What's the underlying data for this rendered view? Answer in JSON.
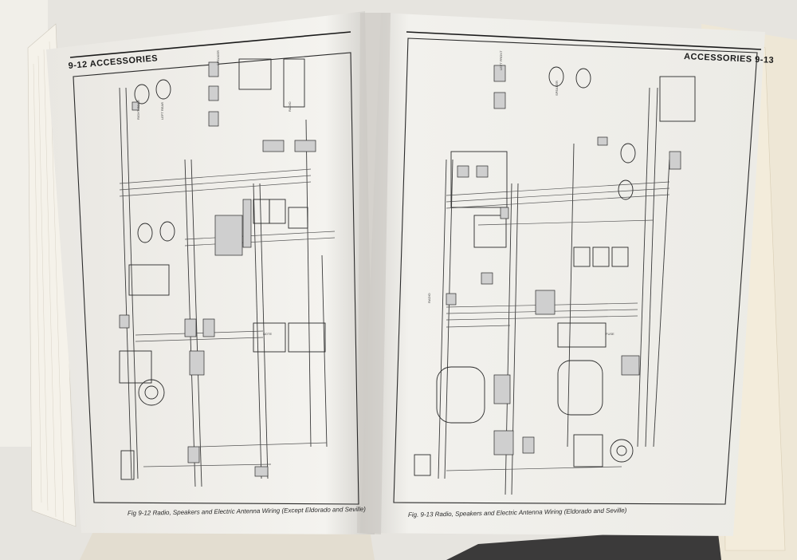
{
  "left_page": {
    "header": "9-12  ACCESSORIES",
    "caption": "Fig 9-12 Radio, Speakers and Electric Antenna Wiring (Except Eldorado and Seville)"
  },
  "right_page": {
    "header": "ACCESSORIES  9-13",
    "caption": "Fig. 9-13 Radio, Speakers and Electric Antenna Wiring (Eldorado and Seville)"
  },
  "colors": {
    "background": "#e8e6e1",
    "paper": "#f3f2ee",
    "ink": "#2a2a2a"
  }
}
